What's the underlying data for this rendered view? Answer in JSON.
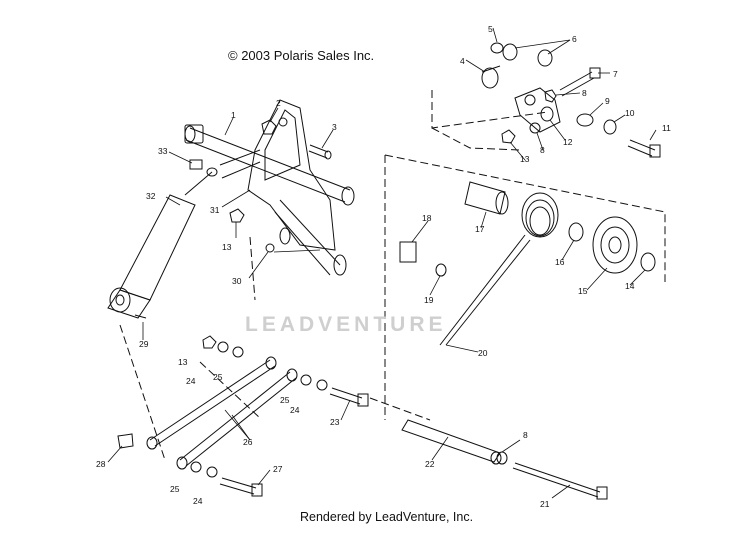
{
  "copyright": "© 2003 Polaris Sales Inc.",
  "footer": "Rendered by LeadVenture, Inc.",
  "watermark": "LEADVENTURE",
  "callouts": {
    "n1": "1",
    "n2": "2",
    "n3": "3",
    "n4": "4",
    "n5": "5",
    "n6": "6",
    "n7": "7",
    "n8a": "8",
    "n8b": "8",
    "n8c": "8",
    "n9": "9",
    "n10": "10",
    "n11": "11",
    "n12": "12",
    "n13a": "13",
    "n13b": "13",
    "n13c": "13",
    "n14": "14",
    "n15": "15",
    "n16": "16",
    "n17": "17",
    "n18": "18",
    "n19": "19",
    "n20": "20",
    "n21": "21",
    "n22": "22",
    "n23": "23",
    "n24a": "24",
    "n24b": "24",
    "n24c": "24",
    "n25a": "25",
    "n25b": "25",
    "n25c": "25",
    "n26": "26",
    "n27": "27",
    "n28": "28",
    "n29": "29",
    "n30": "30",
    "n31": "31",
    "n32": "32",
    "n33": "33"
  }
}
